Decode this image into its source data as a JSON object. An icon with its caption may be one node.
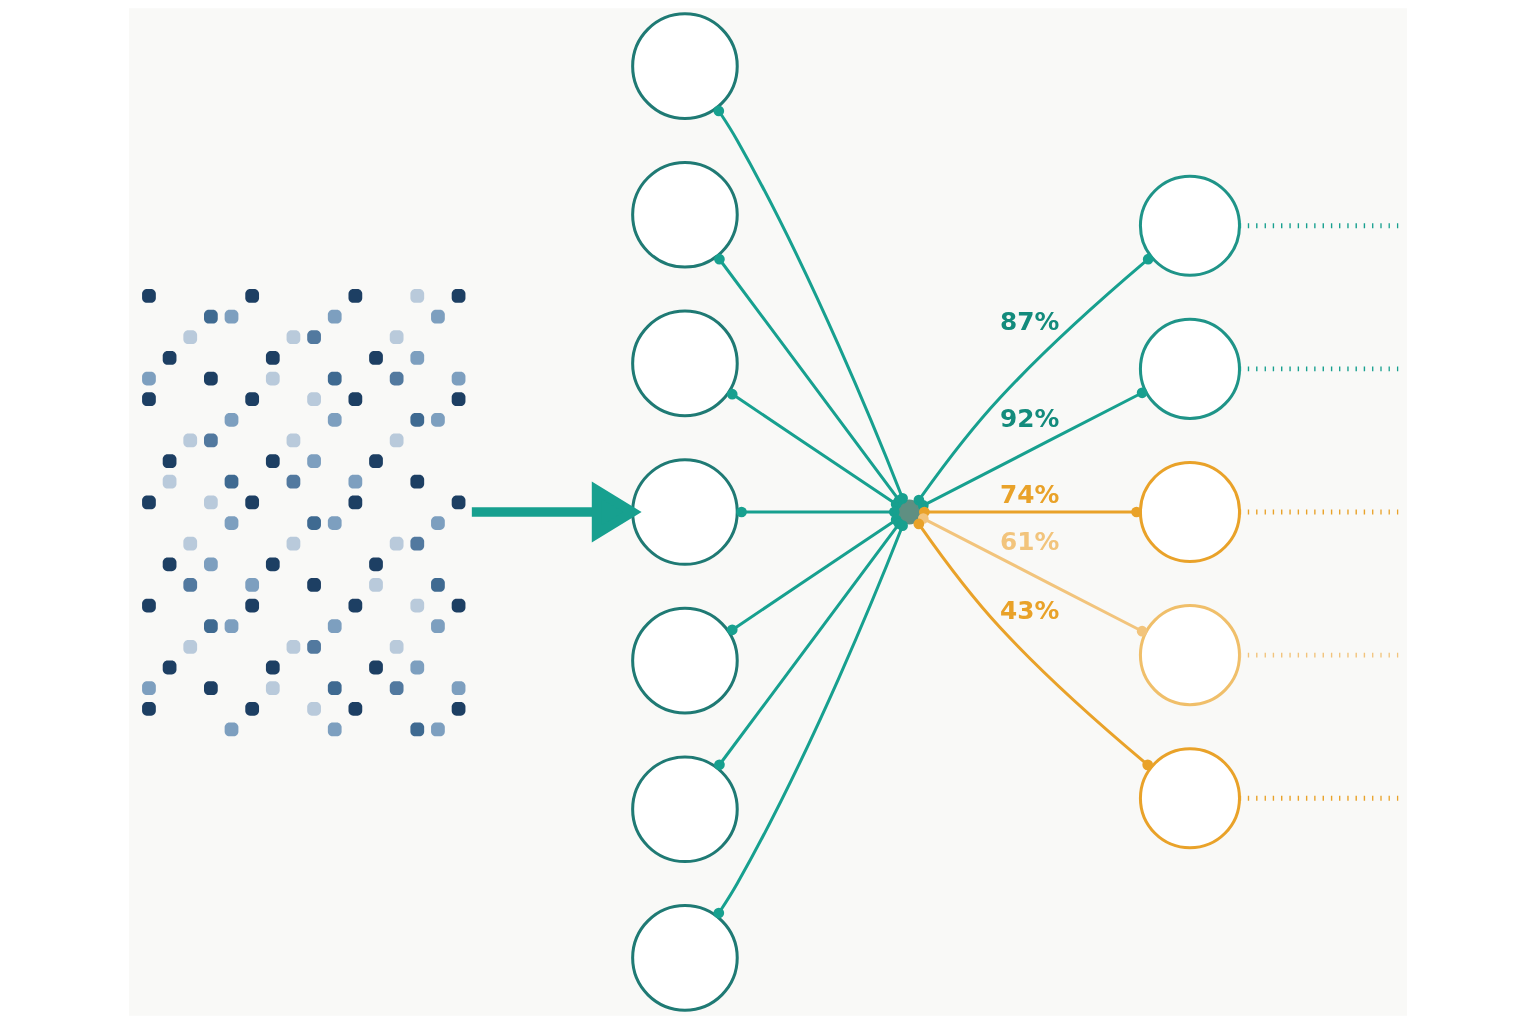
{
  "diagram": {
    "nodes": [
      {
        "text": [],
        "shape": "picture"
      },
      {
        "text": [],
        "shape": "circle"
      },
      {
        "text": [],
        "shape": "circle"
      },
      {
        "text": [],
        "shape": "circle"
      },
      {
        "text": [],
        "shape": "circle"
      },
      {
        "text": [],
        "shape": "circle"
      },
      {
        "text": [],
        "shape": "circle"
      },
      {
        "text": [],
        "shape": "circle"
      },
      {
        "text": [],
        "shape": "circle"
      },
      {
        "text": [],
        "shape": "circle"
      },
      {
        "text": [],
        "shape": "circle"
      },
      {
        "text": [],
        "shape": "circle"
      },
      {
        "text": [],
        "shape": "circle"
      },
      {
        "text": [],
        "shape": "circle"
      }
    ],
    "edges": [
      {
        "from": 0,
        "to": 4,
        "arrow": "to",
        "style": "thick"
      },
      {
        "from": 1,
        "to": 8,
        "arrow": "other"
      },
      {
        "from": 2,
        "to": 8,
        "arrow": "other"
      },
      {
        "from": 3,
        "to": 8,
        "arrow": "other"
      },
      {
        "from": 4,
        "to": 8,
        "arrow": "other"
      },
      {
        "from": 5,
        "to": 8,
        "arrow": "other"
      },
      {
        "from": 6,
        "to": 8,
        "arrow": "other"
      },
      {
        "from": 7,
        "to": 8,
        "arrow": "other"
      },
      {
        "from": 8,
        "to": 9,
        "arrow": "other",
        "label": "87%"
      },
      {
        "from": 8,
        "to": 10,
        "arrow": "other",
        "label": "92%"
      },
      {
        "from": 8,
        "to": 11,
        "arrow": "other",
        "label": "74%",
        "color": "#e9a229"
      },
      {
        "from": 8,
        "to": 12,
        "arrow": "other",
        "label": "61%",
        "color": "#f2c47c"
      },
      {
        "from": 8,
        "to": 13,
        "arrow": "other",
        "label": "43%",
        "color": "#e9a229"
      },
      {
        "from": 9,
        "to": null,
        "arrow": "none",
        "style": "dashed"
      },
      {
        "from": 10,
        "to": null,
        "arrow": "none",
        "style": "dashed"
      },
      {
        "from": 11,
        "to": null,
        "arrow": "none",
        "style": "dashed",
        "color": "#e9a229"
      },
      {
        "from": 12,
        "to": null,
        "arrow": "none",
        "style": "dashed",
        "color": "#f2c47c"
      },
      {
        "from": 13,
        "to": null,
        "arrow": "none",
        "style": "dashed",
        "color": "#e9a229"
      }
    ]
  }
}
